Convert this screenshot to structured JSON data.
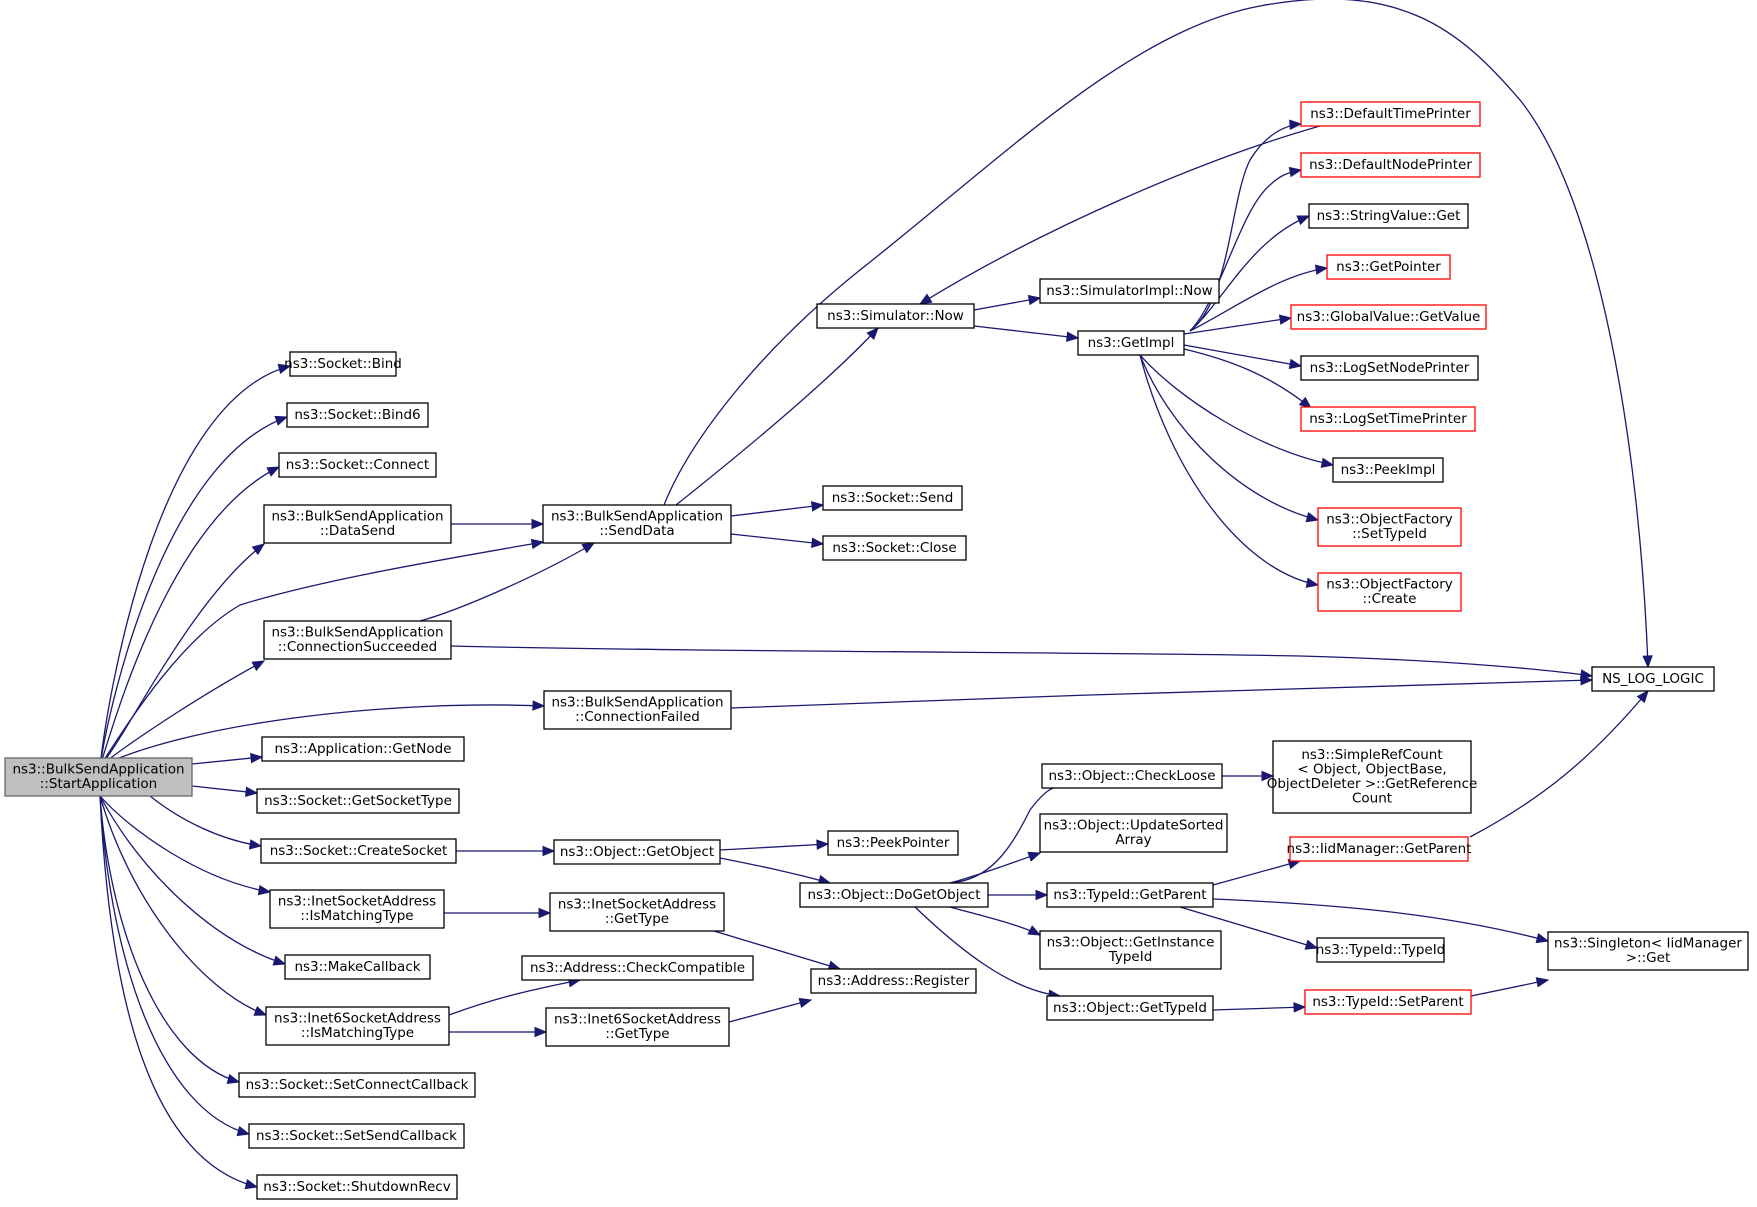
{
  "colors": {
    "edge": "#191970",
    "node_border": "#000000",
    "truncated_border": "#ff0000",
    "root_fill": "#bfbfbf",
    "background": "#ffffff"
  },
  "nodes": [
    {
      "id": "start_app",
      "lines": [
        "ns3::BulkSendApplication",
        "::StartApplication"
      ],
      "style": "root"
    },
    {
      "id": "sock_bind",
      "lines": [
        "ns3::Socket::Bind"
      ],
      "style": "normal"
    },
    {
      "id": "sock_bind6",
      "lines": [
        "ns3::Socket::Bind6"
      ],
      "style": "normal"
    },
    {
      "id": "sock_connect",
      "lines": [
        "ns3::Socket::Connect"
      ],
      "style": "normal"
    },
    {
      "id": "data_send",
      "lines": [
        "ns3::BulkSendApplication",
        "::DataSend"
      ],
      "style": "normal"
    },
    {
      "id": "conn_succ",
      "lines": [
        "ns3::BulkSendApplication",
        "::ConnectionSucceeded"
      ],
      "style": "normal"
    },
    {
      "id": "conn_fail",
      "lines": [
        "ns3::BulkSendApplication",
        "::ConnectionFailed"
      ],
      "style": "normal"
    },
    {
      "id": "get_node",
      "lines": [
        "ns3::Application::GetNode"
      ],
      "style": "normal"
    },
    {
      "id": "get_sock_type",
      "lines": [
        "ns3::Socket::GetSocketType"
      ],
      "style": "normal"
    },
    {
      "id": "create_socket",
      "lines": [
        "ns3::Socket::CreateSocket"
      ],
      "style": "normal"
    },
    {
      "id": "inet_match",
      "lines": [
        "ns3::InetSocketAddress",
        "::IsMatchingType"
      ],
      "style": "normal"
    },
    {
      "id": "make_callback",
      "lines": [
        "ns3::MakeCallback"
      ],
      "style": "normal"
    },
    {
      "id": "inet6_match",
      "lines": [
        "ns3::Inet6SocketAddress",
        "::IsMatchingType"
      ],
      "style": "normal"
    },
    {
      "id": "set_conn_cb",
      "lines": [
        "ns3::Socket::SetConnectCallback"
      ],
      "style": "normal"
    },
    {
      "id": "set_send_cb",
      "lines": [
        "ns3::Socket::SetSendCallback"
      ],
      "style": "normal"
    },
    {
      "id": "shutdown_recv",
      "lines": [
        "ns3::Socket::ShutdownRecv"
      ],
      "style": "normal"
    },
    {
      "id": "send_data",
      "lines": [
        "ns3::BulkSendApplication",
        "::SendData"
      ],
      "style": "normal"
    },
    {
      "id": "sim_now",
      "lines": [
        "ns3::Simulator::Now"
      ],
      "style": "normal"
    },
    {
      "id": "sock_send",
      "lines": [
        "ns3::Socket::Send"
      ],
      "style": "normal"
    },
    {
      "id": "sock_close",
      "lines": [
        "ns3::Socket::Close"
      ],
      "style": "normal"
    },
    {
      "id": "simimpl_now",
      "lines": [
        "ns3::SimulatorImpl::Now"
      ],
      "style": "normal"
    },
    {
      "id": "get_impl",
      "lines": [
        "ns3::GetImpl"
      ],
      "style": "normal"
    },
    {
      "id": "def_time_printer",
      "lines": [
        "ns3::DefaultTimePrinter"
      ],
      "style": "truncated"
    },
    {
      "id": "def_node_printer",
      "lines": [
        "ns3::DefaultNodePrinter"
      ],
      "style": "truncated"
    },
    {
      "id": "stringvalue_get",
      "lines": [
        "ns3::StringValue::Get"
      ],
      "style": "normal"
    },
    {
      "id": "get_pointer",
      "lines": [
        "ns3::GetPointer"
      ],
      "style": "truncated"
    },
    {
      "id": "globalvalue_get",
      "lines": [
        "ns3::GlobalValue::GetValue"
      ],
      "style": "truncated"
    },
    {
      "id": "log_set_node",
      "lines": [
        "ns3::LogSetNodePrinter"
      ],
      "style": "normal"
    },
    {
      "id": "log_set_time",
      "lines": [
        "ns3::LogSetTimePrinter"
      ],
      "style": "truncated"
    },
    {
      "id": "peek_impl",
      "lines": [
        "ns3::PeekImpl"
      ],
      "style": "normal"
    },
    {
      "id": "objfactory_settype",
      "lines": [
        "ns3::ObjectFactory",
        "::SetTypeId"
      ],
      "style": "truncated"
    },
    {
      "id": "objfactory_create",
      "lines": [
        "ns3::ObjectFactory",
        "::Create"
      ],
      "style": "truncated"
    },
    {
      "id": "ns_log_logic",
      "lines": [
        "NS_LOG_LOGIC"
      ],
      "style": "normal"
    },
    {
      "id": "obj_getobject",
      "lines": [
        "ns3::Object::GetObject"
      ],
      "style": "normal"
    },
    {
      "id": "peek_pointer",
      "lines": [
        "ns3::PeekPointer"
      ],
      "style": "normal"
    },
    {
      "id": "obj_dogetobject",
      "lines": [
        "ns3::Object::DoGetObject"
      ],
      "style": "normal"
    },
    {
      "id": "inet_gettype",
      "lines": [
        "ns3::InetSocketAddress",
        "::GetType"
      ],
      "style": "normal"
    },
    {
      "id": "addr_check",
      "lines": [
        "ns3::Address::CheckCompatible"
      ],
      "style": "normal"
    },
    {
      "id": "addr_register",
      "lines": [
        "ns3::Address::Register"
      ],
      "style": "normal"
    },
    {
      "id": "inet6_gettype",
      "lines": [
        "ns3::Inet6SocketAddress",
        "::GetType"
      ],
      "style": "normal"
    },
    {
      "id": "obj_checkloose",
      "lines": [
        "ns3::Object::CheckLoose"
      ],
      "style": "normal"
    },
    {
      "id": "obj_updatesorted",
      "lines": [
        "ns3::Object::UpdateSorted",
        "Array"
      ],
      "style": "normal"
    },
    {
      "id": "typeid_getparent",
      "lines": [
        "ns3::TypeId::GetParent"
      ],
      "style": "normal"
    },
    {
      "id": "obj_getinstance",
      "lines": [
        "ns3::Object::GetInstance",
        "TypeId"
      ],
      "style": "normal"
    },
    {
      "id": "obj_gettypeid",
      "lines": [
        "ns3::Object::GetTypeId"
      ],
      "style": "normal"
    },
    {
      "id": "simplerefcount",
      "lines": [
        "ns3::SimpleRefCount",
        "< Object, ObjectBase,",
        "ObjectDeleter >::GetReference",
        "Count"
      ],
      "style": "normal"
    },
    {
      "id": "iid_getparent",
      "lines": [
        "ns3::IidManager::GetParent"
      ],
      "style": "truncated"
    },
    {
      "id": "typeid_typeid",
      "lines": [
        "ns3::TypeId::TypeId"
      ],
      "style": "normal"
    },
    {
      "id": "typeid_setparent",
      "lines": [
        "ns3::TypeId::SetParent"
      ],
      "style": "truncated"
    },
    {
      "id": "singleton_get",
      "lines": [
        "ns3::Singleton< IidManager",
        ">::Get"
      ],
      "style": "normal"
    }
  ]
}
